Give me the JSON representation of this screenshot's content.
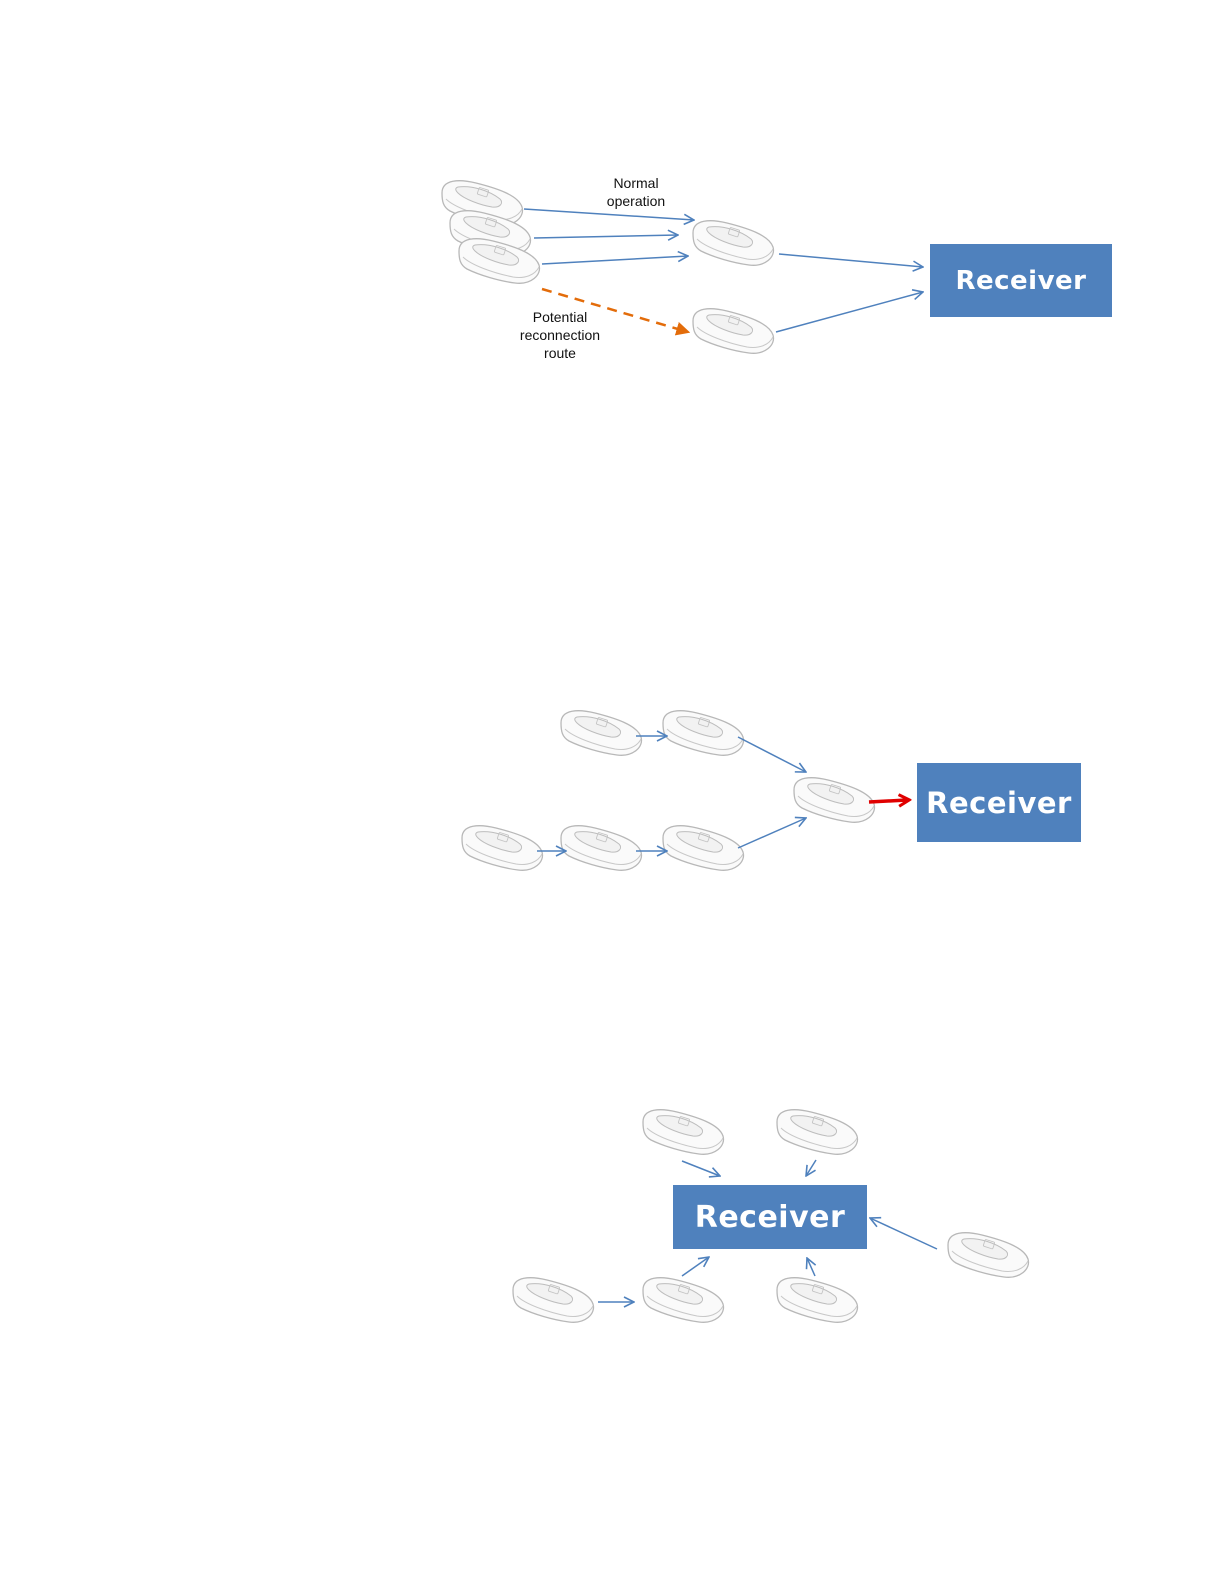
{
  "diagrams": [
    {
      "receiver_label": "Receiver",
      "annotations": {
        "normal": [
          "Normal",
          "operation"
        ],
        "reconnect": [
          "Potential",
          "reconnection",
          "route"
        ]
      },
      "colors": {
        "flow": "#4f81bd",
        "reconnect": "#e36c0a"
      }
    },
    {
      "receiver_label": "Receiver",
      "colors": {
        "flow": "#4f81bd",
        "uplink": "#e00000"
      }
    },
    {
      "receiver_label": "Receiver",
      "colors": {
        "flow": "#4f81bd"
      }
    }
  ],
  "device_icon": "wearable-sensor-icon"
}
